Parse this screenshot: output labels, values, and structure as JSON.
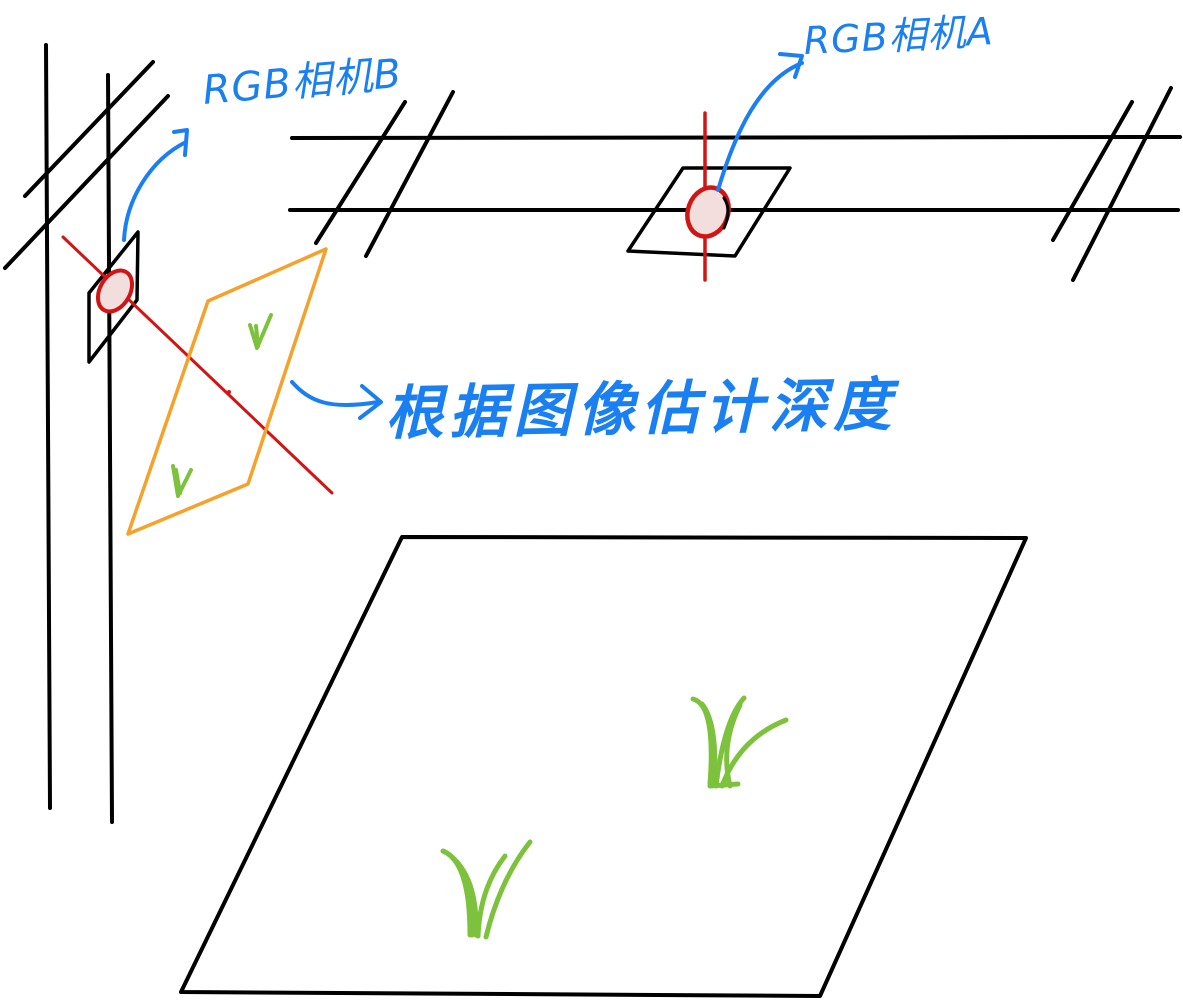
{
  "labels": {
    "camera_b": "RGB相机B",
    "camera_a": "RGB相机A",
    "depth_note": "根据图像估计深度"
  },
  "colors": {
    "ink": "#000000",
    "annotation": "#1a7ff0",
    "camera_ray": "#d21414",
    "camera_lens_fill": "#f3dede",
    "image_frame": "#f5a12a",
    "grass": "#7dc23c",
    "background": "#ffffff"
  },
  "icons": [
    "camera-b-lens-icon",
    "camera-a-lens-icon",
    "grass-icon",
    "arrow-icon"
  ]
}
